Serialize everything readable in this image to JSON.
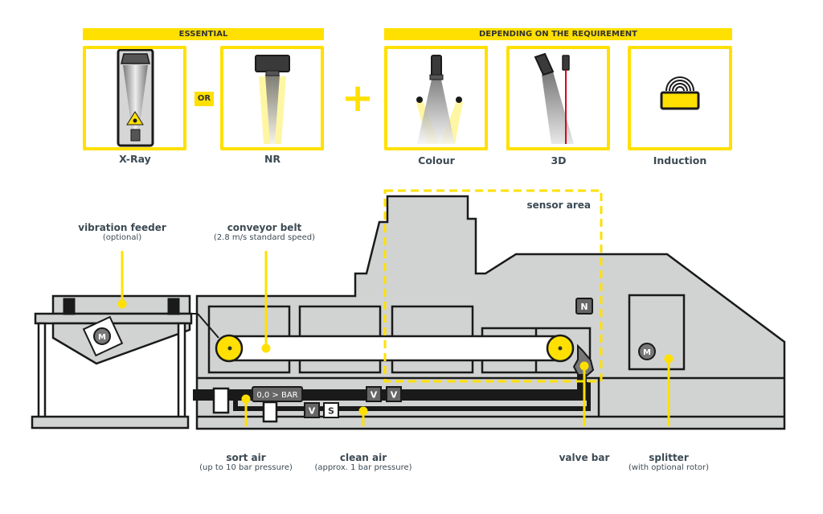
{
  "headers": {
    "essential": "ESSENTIAL",
    "depending": "DEPENDING ON THE REQUIREMENT"
  },
  "connectors": {
    "or": "OR",
    "plus": "+"
  },
  "sensors": [
    {
      "id": "xray",
      "label": "X-Ray",
      "icon": "x-ray-sensor-icon"
    },
    {
      "id": "nr",
      "label": "NR",
      "icon": "nir-sensor-icon"
    },
    {
      "id": "colour",
      "label": "Colour",
      "icon": "colour-camera-icon"
    },
    {
      "id": "3d",
      "label": "3D",
      "icon": "laser-3d-sensor-icon"
    },
    {
      "id": "induction",
      "label": "Induction",
      "icon": "induction-sensor-icon"
    }
  ],
  "machine": {
    "sensor_area": "sensor area",
    "badges": {
      "pressure": "0,0 > BAR",
      "valve": "V",
      "switch": "S",
      "n": "N",
      "motor": "M"
    }
  },
  "callouts": [
    {
      "id": "vibration-feeder",
      "title": "vibration feeder",
      "sub": "(optional)"
    },
    {
      "id": "conveyor-belt",
      "title": "conveyor belt",
      "sub": "(2.8 m/s standard speed)"
    },
    {
      "id": "sort-air",
      "title": "sort air",
      "sub": "(up to 10 bar pressure)"
    },
    {
      "id": "clean-air",
      "title": "clean air",
      "sub": "(approx. 1 bar pressure)"
    },
    {
      "id": "valve-bar",
      "title": "valve bar",
      "sub": ""
    },
    {
      "id": "splitter",
      "title": "splitter",
      "sub": "(with optional rotor)"
    }
  ],
  "colors": {
    "accent": "#ffe000",
    "machine_fill": "#d1d3d2",
    "outline": "#1a1a1a",
    "text": "#3c4a53",
    "badge": "#666666"
  }
}
